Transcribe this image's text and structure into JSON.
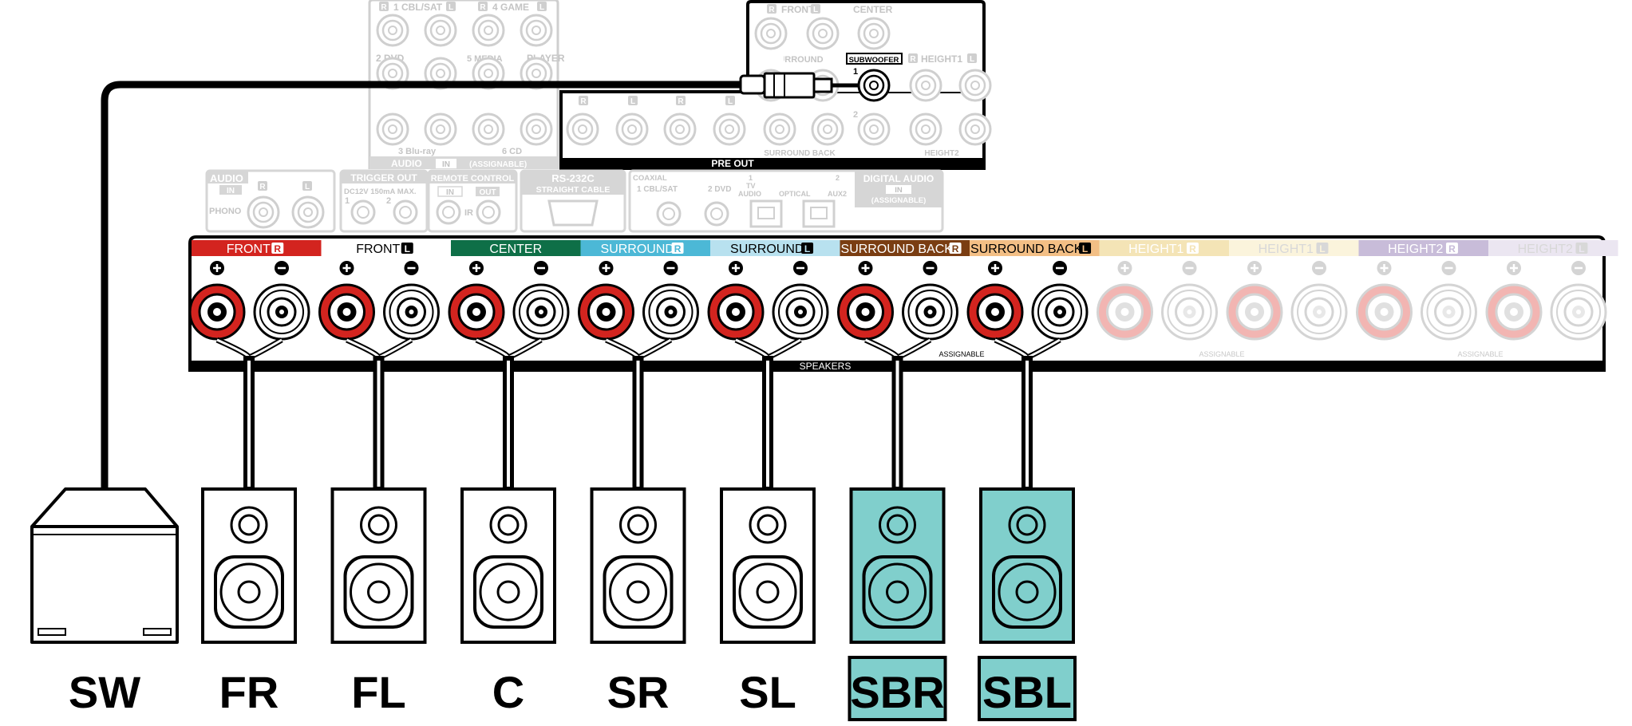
{
  "top_inputs": {
    "labels_row1": [
      "1 CBL/SAT",
      "4 GAME"
    ],
    "labels_row2": [
      "2 DVD",
      "5 MEDIA",
      "PLAYER"
    ],
    "labels_row3": [
      "3 Blu-ray",
      "6 CD"
    ],
    "footer": "AUDIO",
    "footer_in": "IN",
    "footer_assign": "(ASSIGNABLE)",
    "r_badge": "R",
    "l_badge": "L"
  },
  "pre_out": {
    "front": "FRONT",
    "center": "CENTER",
    "surround": "SURROUND",
    "subwoofer": "SUBWOOFER",
    "subwoofer_num": "1",
    "subwoofer_num2": "2",
    "height1": "HEIGHT1",
    "surround_back": "SURROUND BACK",
    "height2": "HEIGHT2",
    "label": "PRE OUT",
    "r": "R",
    "l": "L"
  },
  "middle_panels": {
    "audio": "AUDIO",
    "audio_in": "IN",
    "phono": "PHONO",
    "trigger_out": "TRIGGER OUT",
    "trigger_spec": "DC12V 150mA MAX.",
    "trigger_1": "1",
    "trigger_2": "2",
    "remote_control": "REMOTE CONTROL",
    "remote_in": "IN",
    "remote_out": "OUT",
    "remote_ir": "IR",
    "rs232c": "RS-232C",
    "straight_cable": "STRAIGHT CABLE",
    "coaxial": "COAXIAL",
    "coax_1": "1 CBL/SAT",
    "coax_2": "2 DVD",
    "tv_num": "1",
    "tv_label": "TV",
    "tv_audio": "AUDIO",
    "optical": "OPTICAL",
    "aux_num": "2",
    "aux2": "AUX2",
    "digital_audio": "DIGITAL AUDIO",
    "digital_in": "IN",
    "digital_assign": "(ASSIGNABLE)",
    "r": "R",
    "l": "L"
  },
  "speaker_terminals": {
    "label_speakers": "SPEAKERS",
    "label_assignable": "ASSIGNABLE",
    "channels": [
      {
        "name": "FRONT",
        "side": "R",
        "color": "#d3241f",
        "text_color": "#ffffff",
        "active": true
      },
      {
        "name": "FRONT",
        "side": "L",
        "color": "#ffffff",
        "text_color": "#000000",
        "active": true
      },
      {
        "name": "CENTER",
        "side": "",
        "color": "#0e6f47",
        "text_color": "#ffffff",
        "active": true
      },
      {
        "name": "SURROUND",
        "side": "R",
        "color": "#4cb8d6",
        "text_color": "#ffffff",
        "active": true
      },
      {
        "name": "SURROUND",
        "side": "L",
        "color": "#b8e1ef",
        "text_color": "#000000",
        "active": true
      },
      {
        "name": "SURROUND BACK",
        "side": "R",
        "color": "#7a3d12",
        "text_color": "#ffffff",
        "active": true
      },
      {
        "name": "SURROUND BACK",
        "side": "L",
        "color": "#f3bf85",
        "text_color": "#000000",
        "active": true
      },
      {
        "name": "HEIGHT1",
        "side": "R",
        "color": "#f4e4b6",
        "text_color": "#ffffff",
        "active": false
      },
      {
        "name": "HEIGHT1",
        "side": "L",
        "color": "#fbf4dc",
        "text_color": "#d8d8d8",
        "active": false
      },
      {
        "name": "HEIGHT2",
        "side": "R",
        "color": "#c8bcd9",
        "text_color": "#ffffff",
        "active": false
      },
      {
        "name": "HEIGHT2",
        "side": "L",
        "color": "#ebe6f1",
        "text_color": "#d8d8d8",
        "active": false
      }
    ]
  },
  "speakers": [
    {
      "label": "FR",
      "highlight": false
    },
    {
      "label": "FL",
      "highlight": false
    },
    {
      "label": "C",
      "highlight": false
    },
    {
      "label": "SR",
      "highlight": false
    },
    {
      "label": "SL",
      "highlight": false
    },
    {
      "label": "SBR",
      "highlight": true
    },
    {
      "label": "SBL",
      "highlight": true
    }
  ],
  "subwoofer_label": "SW",
  "colors": {
    "highlight": "#80cfcc",
    "terminal_red": "#d3241f",
    "cable": "#000000"
  }
}
